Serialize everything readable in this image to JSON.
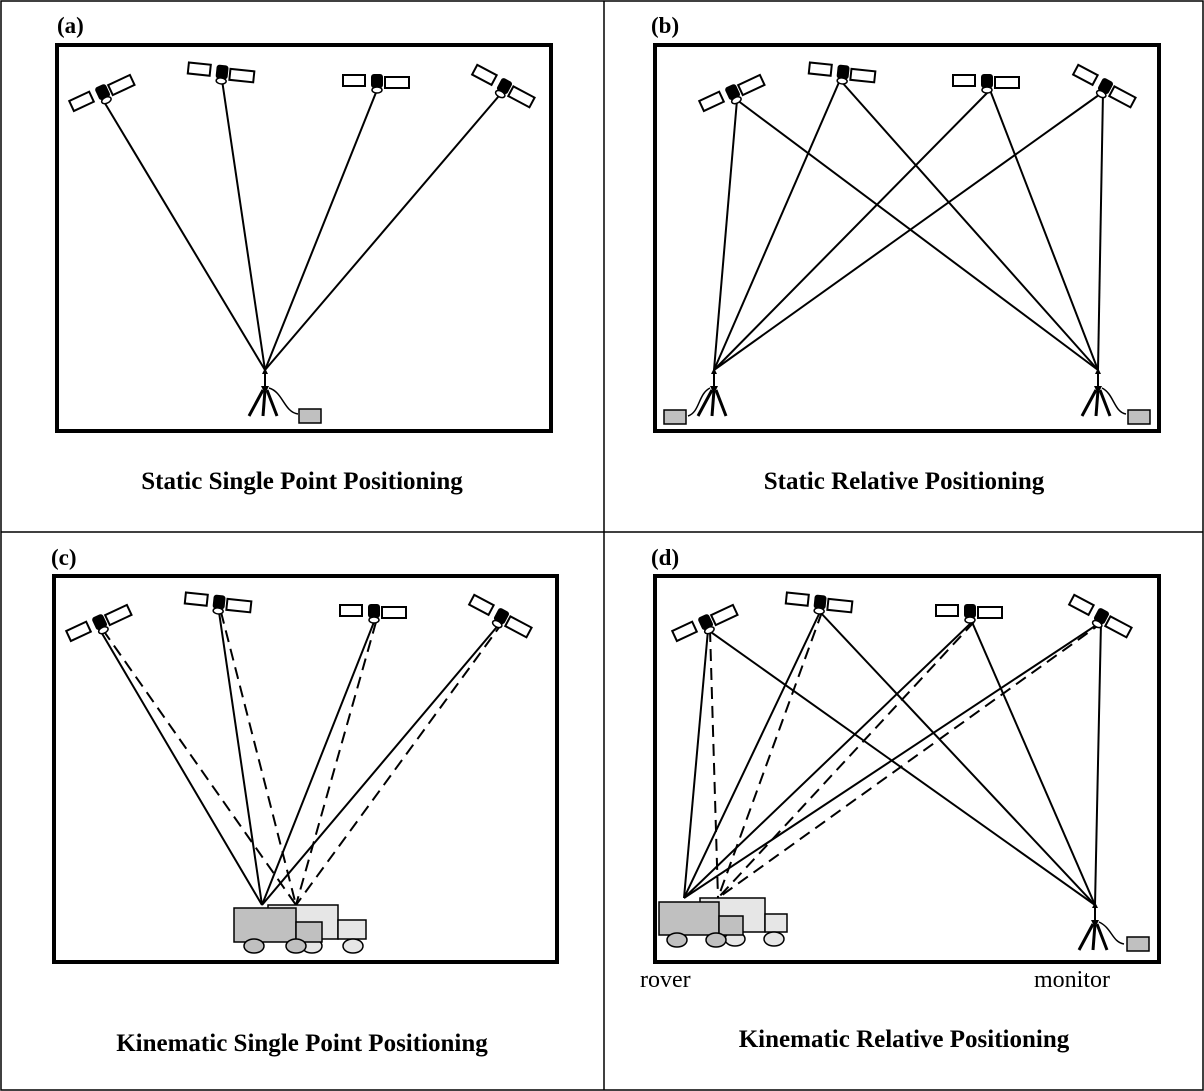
{
  "panels": [
    {
      "letter": "(a)",
      "caption": "Static Single Point Positioning"
    },
    {
      "letter": "(b)",
      "caption": "Static Relative Positioning"
    },
    {
      "letter": "(c)",
      "caption": "Kinematic Single Point Positioning"
    },
    {
      "letter": "(d)",
      "caption": "Kinematic Relative Positioning",
      "left_label": "rover",
      "right_label": "monitor"
    }
  ],
  "colors": {
    "line": "#000000",
    "box_fill": "#c0c0c0",
    "truck_fill_front": "#c0c0c0",
    "truck_fill_back": "#e6e6e6"
  }
}
